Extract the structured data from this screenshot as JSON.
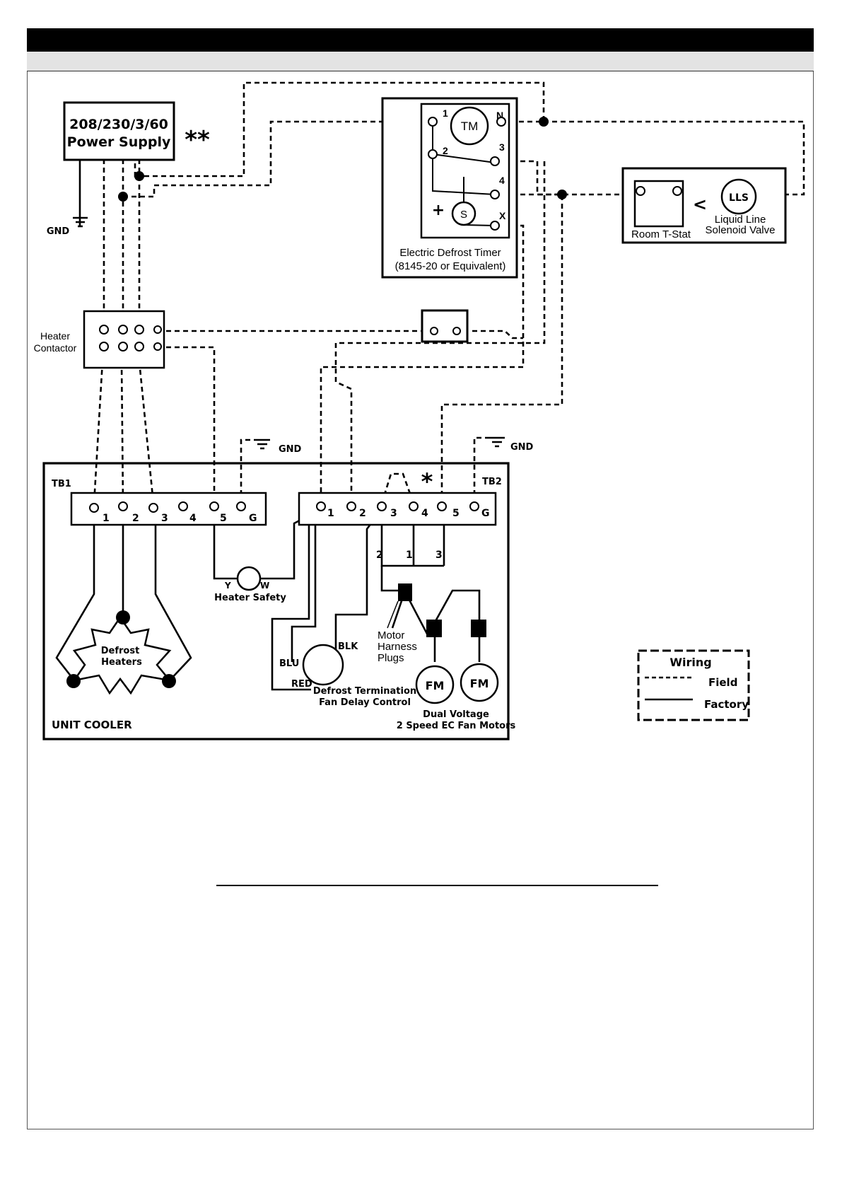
{
  "header": {
    "title": "",
    "subtitle": ""
  },
  "power_supply": {
    "line1": "208/230/3/60",
    "line2": "Power Supply",
    "note_mark": "**"
  },
  "ground_label": "GND",
  "heater_contactor": {
    "line1": "Heater",
    "line2": "Contactor"
  },
  "defrost_timer": {
    "terminals": [
      "1",
      "N",
      "2",
      "3",
      "4",
      "X"
    ],
    "motor": "TM",
    "solenoid": "S",
    "plus": "+",
    "caption1": "Electric Defrost Timer",
    "caption2": "(8145-20 or Equivalent)"
  },
  "room_tstat": "Room T-Stat",
  "lls": {
    "symbol": "LLS",
    "caption1": "Liquid Line",
    "caption2": "Solenoid Valve",
    "arrow": "<"
  },
  "unit_cooler": {
    "label": "UNIT COOLER",
    "tb1": {
      "name": "TB1",
      "terminals": [
        "1",
        "2",
        "3",
        "4",
        "5",
        "G"
      ]
    },
    "tb2": {
      "name": "TB2",
      "terminals": [
        "1",
        "2",
        "3",
        "4",
        "5",
        "G"
      ],
      "note_mark": "*"
    },
    "heater_safety": {
      "label": "Heater Safety",
      "y": "Y",
      "w": "W"
    },
    "defrost_heaters": {
      "line1": "Defrost",
      "line2": "Heaters"
    },
    "dtfd": {
      "line1": "Defrost Termination",
      "line2": "Fan Delay Control",
      "blk": "BLK",
      "blu": "BLU",
      "red": "RED"
    },
    "wire_numbers": [
      "2",
      "1",
      "3"
    ],
    "motor_plugs": {
      "line1": "Motor",
      "line2": "Harness",
      "line3": "Plugs"
    },
    "fan_motor": "FM",
    "motors_caption1": "Dual Voltage",
    "motors_caption2": "2 Speed EC Fan Motors"
  },
  "legend": {
    "title": "Wiring",
    "field": "Field",
    "factory": "Factory"
  },
  "colors": {
    "ink": "#000000",
    "title_bar": "#000000",
    "subtitle_bar": "#e3e3e3"
  }
}
